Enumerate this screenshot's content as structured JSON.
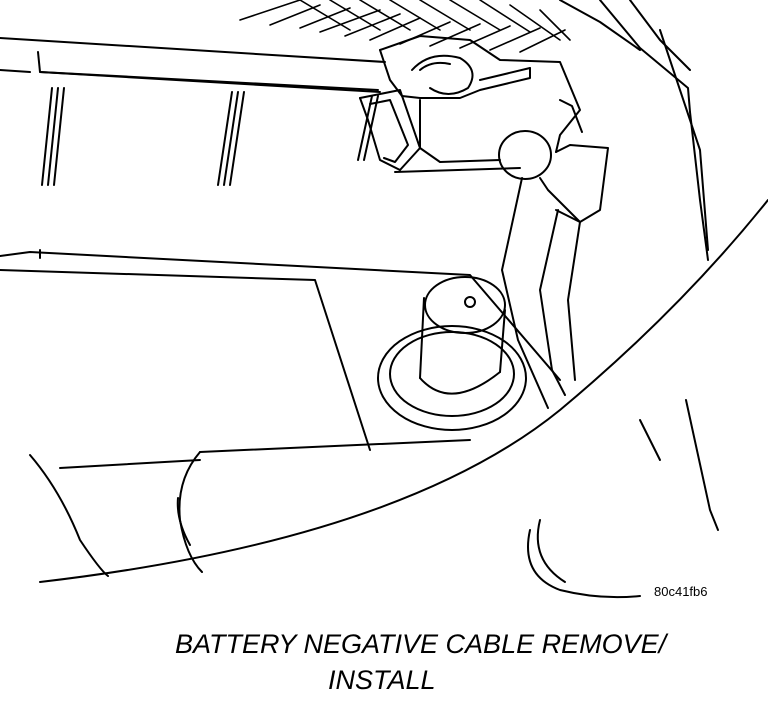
{
  "figure": {
    "id": "80c41fb6",
    "caption_line1": "BATTERY NEGATIVE CABLE REMOVE/",
    "caption_line2": "INSTALL"
  },
  "colors": {
    "ink": "#000000",
    "paper": "#ffffff"
  }
}
